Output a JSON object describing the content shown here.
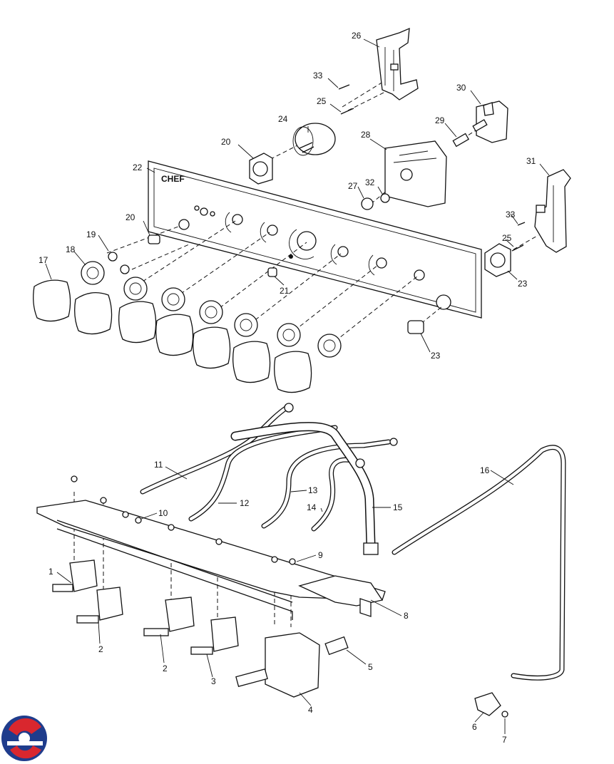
{
  "brand": {
    "panel_logo": "CHEF"
  },
  "callouts": [
    {
      "id": "c26",
      "text": "26"
    },
    {
      "id": "c33a",
      "text": "33"
    },
    {
      "id": "c25a",
      "text": "25"
    },
    {
      "id": "c30",
      "text": "30"
    },
    {
      "id": "c24",
      "text": "24"
    },
    {
      "id": "c29",
      "text": "29"
    },
    {
      "id": "c20a",
      "text": "20"
    },
    {
      "id": "c28",
      "text": "28"
    },
    {
      "id": "c22",
      "text": "22"
    },
    {
      "id": "c31",
      "text": "31"
    },
    {
      "id": "c27",
      "text": "27"
    },
    {
      "id": "c32",
      "text": "32"
    },
    {
      "id": "c20b",
      "text": "20"
    },
    {
      "id": "c33b",
      "text": "33"
    },
    {
      "id": "c19",
      "text": "19"
    },
    {
      "id": "c25b",
      "text": "25"
    },
    {
      "id": "c18",
      "text": "18"
    },
    {
      "id": "c17",
      "text": "17"
    },
    {
      "id": "c21",
      "text": "21"
    },
    {
      "id": "c23a",
      "text": "23"
    },
    {
      "id": "c23b",
      "text": "23"
    },
    {
      "id": "c16",
      "text": "16"
    },
    {
      "id": "c11",
      "text": "11"
    },
    {
      "id": "c13",
      "text": "13"
    },
    {
      "id": "c12",
      "text": "12"
    },
    {
      "id": "c15",
      "text": "15"
    },
    {
      "id": "c14",
      "text": "14"
    },
    {
      "id": "c10",
      "text": "10"
    },
    {
      "id": "c9",
      "text": "9"
    },
    {
      "id": "c1",
      "text": "1"
    },
    {
      "id": "c8",
      "text": "8"
    },
    {
      "id": "c2a",
      "text": "2"
    },
    {
      "id": "c2b",
      "text": "2"
    },
    {
      "id": "c5",
      "text": "5"
    },
    {
      "id": "c3",
      "text": "3"
    },
    {
      "id": "c4",
      "text": "4"
    },
    {
      "id": "c6",
      "text": "6"
    },
    {
      "id": "c7",
      "text": "7"
    }
  ],
  "colors": {
    "line": "#111111",
    "logo_red": "#d9272e",
    "logo_blue": "#1f3c8c"
  },
  "icons": {
    "corner_logo": "circular-brand-logo-icon"
  }
}
